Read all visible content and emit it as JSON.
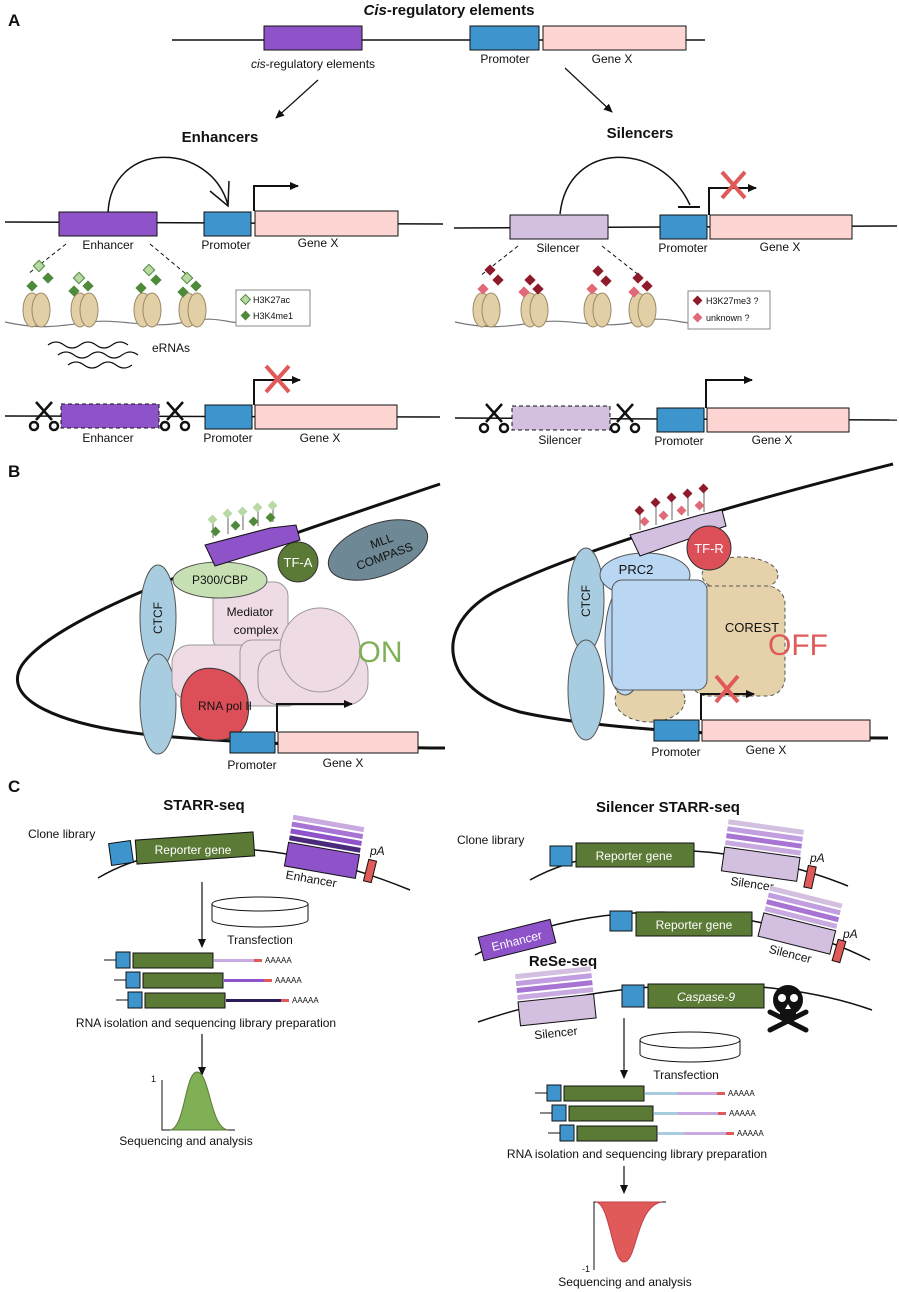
{
  "panels": {
    "a": "A",
    "b": "B",
    "c": "C"
  },
  "colors": {
    "enhancer": "#8e52c9",
    "silencer": "#d3bfe0",
    "promoter": "#3e95cd",
    "gene": "#fdd5d2",
    "reporter": "#5b7a36",
    "cross": "#e05a5a",
    "nucleosome": "#e2cfa6",
    "mark_light_green": "#b8d8a6",
    "mark_dark_green": "#4e8a3a",
    "mark_dark_red": "#8e1b2b",
    "mark_pink": "#e06a78",
    "ctcf": "#a9cde0",
    "mediator": "#efdbe6",
    "rna_pol": "#dd4f58",
    "prc2": "#b9d6f2",
    "corest": "#e6d2aa",
    "tfa": "#5b7a36",
    "mll": "#6f8896",
    "p300": "#c6e0b4",
    "on": "#7fb056",
    "off": "#e05a5a"
  },
  "a": {
    "title_italic": "Cis",
    "title_rest": "-regulatory elements",
    "cre_label_italic": "cis",
    "cre_label_rest": "-regulatory elements",
    "promoter": "Promoter",
    "gene_x": "Gene X",
    "enhancers_heading": "Enhancers",
    "silencers_heading": "Silencers",
    "enhancer": "Enhancer",
    "silencer": "Silencer",
    "legend_enh": [
      "H3K27ac",
      "H3K4me1"
    ],
    "legend_sil": [
      "H3K27me3 ?",
      "unknown ?"
    ],
    "ernas": "eRNAs"
  },
  "b": {
    "ctcf": "CTCF",
    "p300": "P300/CBP",
    "tfa": "TF-A",
    "mll": [
      "MLL",
      "COMPASS"
    ],
    "mediator": [
      "Mediator",
      "complex"
    ],
    "rna_pol": "RNA pol II",
    "on": "ON",
    "off": "OFF",
    "tfr": "TF-R",
    "prc2": "PRC2",
    "corest": "COREST",
    "promoter": "Promoter",
    "gene_x": "Gene X"
  },
  "c": {
    "starr_title": "STARR-seq",
    "silencer_starr_title": "Silencer STARR-seq",
    "rese_title": "ReSe-seq",
    "clone_library": "Clone library",
    "reporter_gene": "Reporter gene",
    "enhancer": "Enhancer",
    "silencer": "Silencer",
    "pa": "pA",
    "caspase": "Caspase-9",
    "transfection": "Transfection",
    "polya": "AAAAA",
    "rna_isolation": "RNA isolation and sequencing library preparation",
    "sequencing": "Sequencing and analysis",
    "axis_pos": "1",
    "axis_neg": "-1"
  }
}
